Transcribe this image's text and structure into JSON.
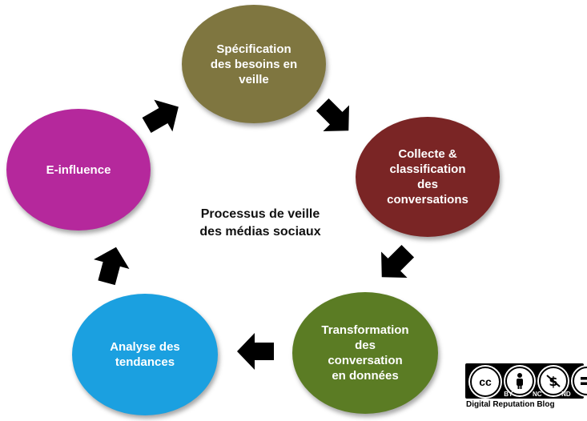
{
  "diagram": {
    "center_title_line1": "Processus de veille",
    "center_title_line2": "des médias sociaux",
    "nodes": [
      {
        "line1": "Spécification",
        "line2": "des besoins  en",
        "line3": "veille",
        "color": "#7f7640"
      },
      {
        "line1": "Collecte &",
        "line2": "classification",
        "line3": "des",
        "line4": "conversations",
        "color": "#7a2525"
      },
      {
        "line1": "Transformation",
        "line2": "des",
        "line3": "conversation",
        "line4": "en données",
        "color": "#5b7c24"
      },
      {
        "line1": "Analyse des",
        "line2": "tendances",
        "color": "#1ba0e0"
      },
      {
        "line1": "E-influence",
        "color": "#b5289c"
      }
    ]
  },
  "license": {
    "cc_label": "cc",
    "by_label": "BY",
    "nc_label": "NC",
    "nd_label": "ND",
    "footer": "Digital Reputation Blog"
  }
}
